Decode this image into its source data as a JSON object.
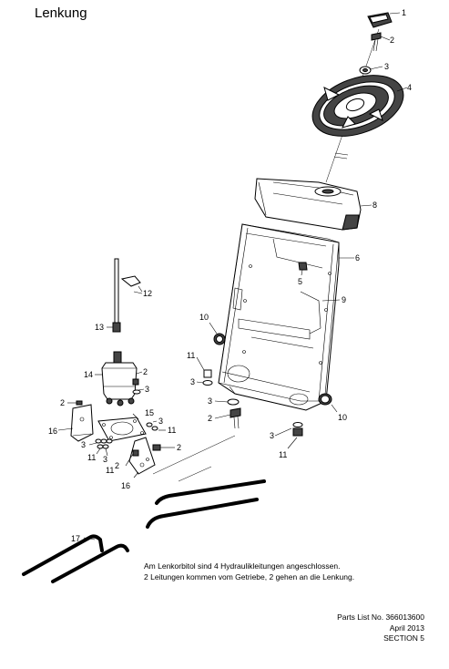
{
  "title": "Lenkung",
  "callouts": {
    "c1": "1",
    "c2a": "2",
    "c3a": "3",
    "c4": "4",
    "c8": "8",
    "c6": "6",
    "c5": "5",
    "c9": "9",
    "c12": "12",
    "c13": "13",
    "c10a": "10",
    "c11a": "11",
    "c3b": "3",
    "c14": "14",
    "c2b": "2",
    "c3c": "3",
    "c3d": "3",
    "c10b": "10",
    "c2c": "2",
    "c2d": "2",
    "c16a": "16",
    "c15": "15",
    "c3e": "3",
    "c11b": "11",
    "c3f": "3",
    "c11c": "11",
    "c3g": "3",
    "c11d": "11",
    "c3h": "3",
    "c2e": "2",
    "c11e": "11",
    "c2f": "2",
    "c16b": "16",
    "c17": "17"
  },
  "note": {
    "line1": "Am Lenkorbitol sind 4 Hydraulikleitungen angeschlossen.",
    "line2": "2 Leitungen kommen vom Getriebe, 2 gehen an die Lenkung."
  },
  "footer": {
    "parts_list": "Parts List No. 366013600",
    "date": "April 2013",
    "section": "SECTION 5"
  }
}
